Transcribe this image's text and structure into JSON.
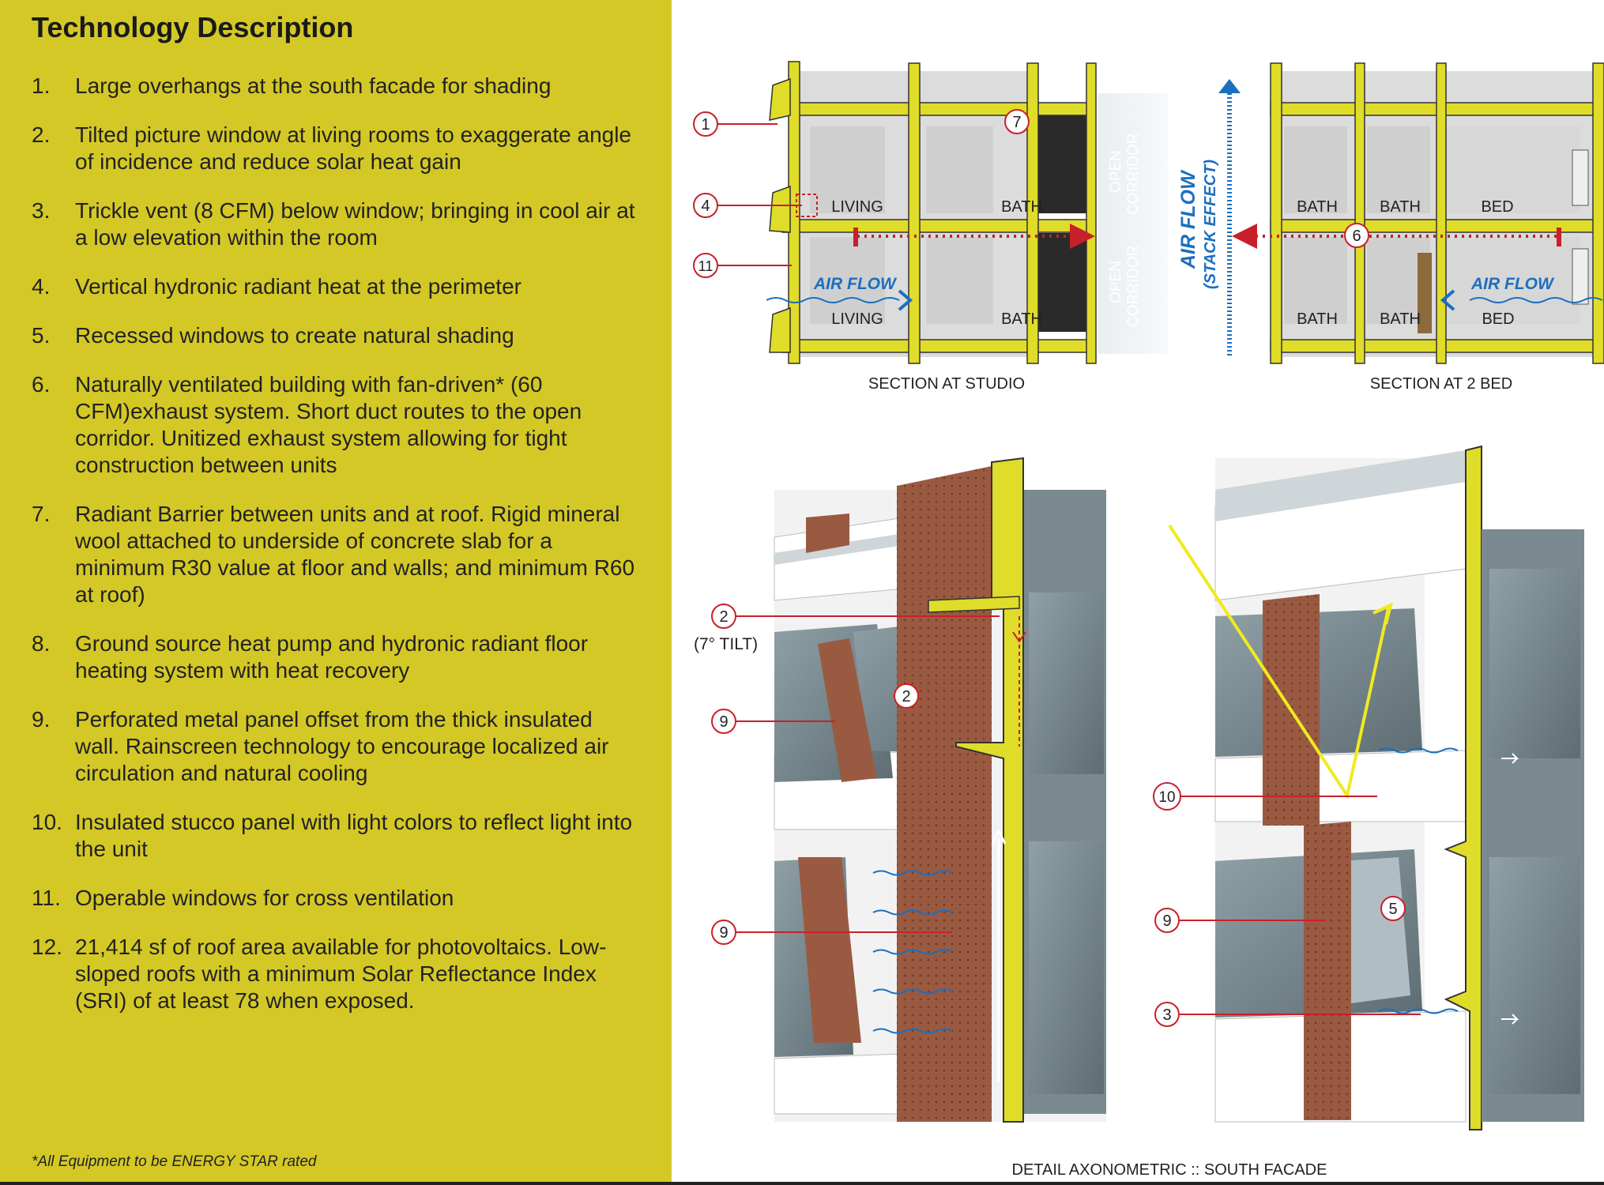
{
  "left_panel": {
    "title": "Technology Description",
    "items": [
      {
        "num": "1.",
        "text": "Large overhangs at the south facade for shading"
      },
      {
        "num": "2.",
        "text": "Tilted picture window at living rooms to exaggerate angle of incidence and reduce solar heat gain"
      },
      {
        "num": "3.",
        "text": "Trickle vent (8 CFM) below window; bringing in cool air at a low elevation within the room"
      },
      {
        "num": "4.",
        "text": "Vertical hydronic radiant heat at the perimeter"
      },
      {
        "num": "5.",
        "text": "Recessed windows to create natural shading"
      },
      {
        "num": "6.",
        "text": "Naturally ventilated building with fan-driven* (60 CFM)exhaust system. Short duct routes to the open corridor. Unitized exhaust system allowing for tight construction between units"
      },
      {
        "num": "7.",
        "text": "Radiant Barrier between units and at roof. Rigid mineral wool attached to underside of concrete slab for a minimum R30 value at floor and walls; and minimum R60 at roof)"
      },
      {
        "num": "8.",
        "text": "Ground source heat pump and hydronic radiant floor heating system with heat recovery"
      },
      {
        "num": "9.",
        "text": "Perforated metal panel offset from the thick insulated wall. Rainscreen technology to encourage localized air circulation and natural cooling"
      },
      {
        "num": "10.",
        "text": "Insulated stucco panel with light colors to reflect light into the unit"
      },
      {
        "num": "11.",
        "text": "Operable windows for cross ventilation"
      },
      {
        "num": "12.",
        "text": "21,414 sf of roof area available for photovoltaics. Low-sloped roofs with a minimum Solar Reflectance Index (SRI) of at least 78 when exposed."
      }
    ],
    "footnote": "*All Equipment to be ENERGY STAR rated"
  },
  "section": {
    "studio_label": "SECTION AT STUDIO",
    "twobed_label": "SECTION AT 2 BED",
    "rooms": {
      "living": "LIVING",
      "bath": "BATH",
      "bed": "BED",
      "open": "OPEN",
      "corridor": "CORRIDOR"
    },
    "air_flow": "AIR FLOW",
    "stack_effect": "(STACK EFFECT)",
    "callouts": {
      "c1": "1",
      "c4": "4",
      "c6": "6",
      "c7": "7",
      "c11": "11"
    }
  },
  "axonometric": {
    "label": "DETAIL AXONOMETRIC :: SOUTH FACADE",
    "tilt_label": "(7° TILT)",
    "callouts": {
      "c2": "2",
      "c3": "3",
      "c5": "5",
      "c9": "9",
      "c10": "10"
    }
  },
  "colors": {
    "accent_yellow": "#d4c826",
    "structure_yellow": "#e0dc2a",
    "callout_red": "#c8202a",
    "airflow_blue": "#1a6fc0",
    "brick": "#9a5a42"
  }
}
